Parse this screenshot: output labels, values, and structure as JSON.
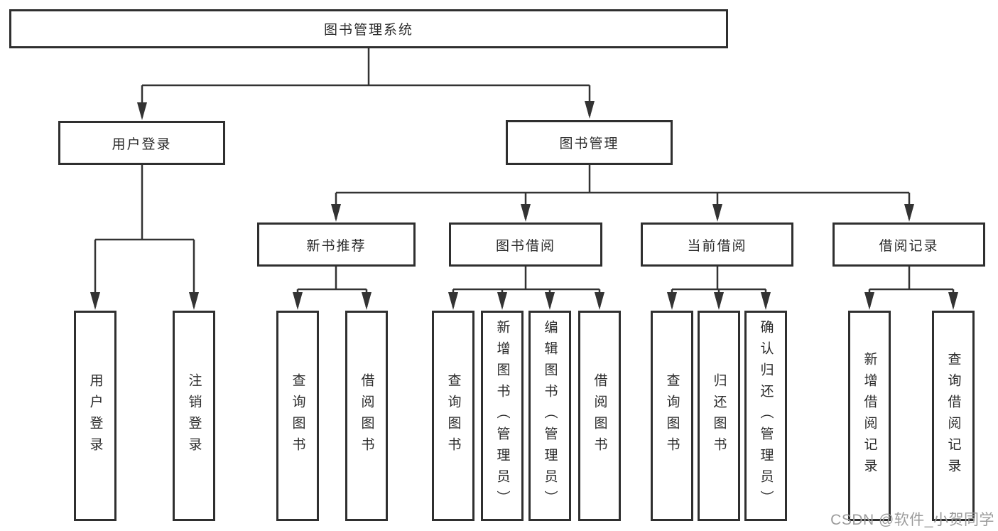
{
  "diagram": {
    "root": {
      "label": "图书管理系统"
    },
    "branches": [
      {
        "label": "用户登录",
        "children": [
          {
            "label": "用户登录"
          },
          {
            "label": "注销登录"
          }
        ]
      },
      {
        "label": "图书管理",
        "children": [
          {
            "label": "新书推荐",
            "children": [
              {
                "label": "查询图书"
              },
              {
                "label": "借阅图书"
              }
            ]
          },
          {
            "label": "图书借阅",
            "children": [
              {
                "label": "查询图书"
              },
              {
                "label": "新增图书（管理员）"
              },
              {
                "label": "编辑图书（管理员）"
              },
              {
                "label": "借阅图书"
              }
            ]
          },
          {
            "label": "当前借阅",
            "children": [
              {
                "label": "查询图书"
              },
              {
                "label": "归还图书"
              },
              {
                "label": "确认归还（管理员）"
              }
            ]
          },
          {
            "label": "借阅记录",
            "children": [
              {
                "label": "新增借阅记录"
              },
              {
                "label": "查询借阅记录"
              }
            ]
          }
        ]
      }
    ]
  },
  "watermark": {
    "text": "CSDN @软件_小贺同学"
  },
  "colors": {
    "line": "#333333",
    "box_border": "#2f2f2f",
    "text": "#2b2b2b",
    "watermark": "#9b9b9b",
    "background": "#ffffff"
  }
}
